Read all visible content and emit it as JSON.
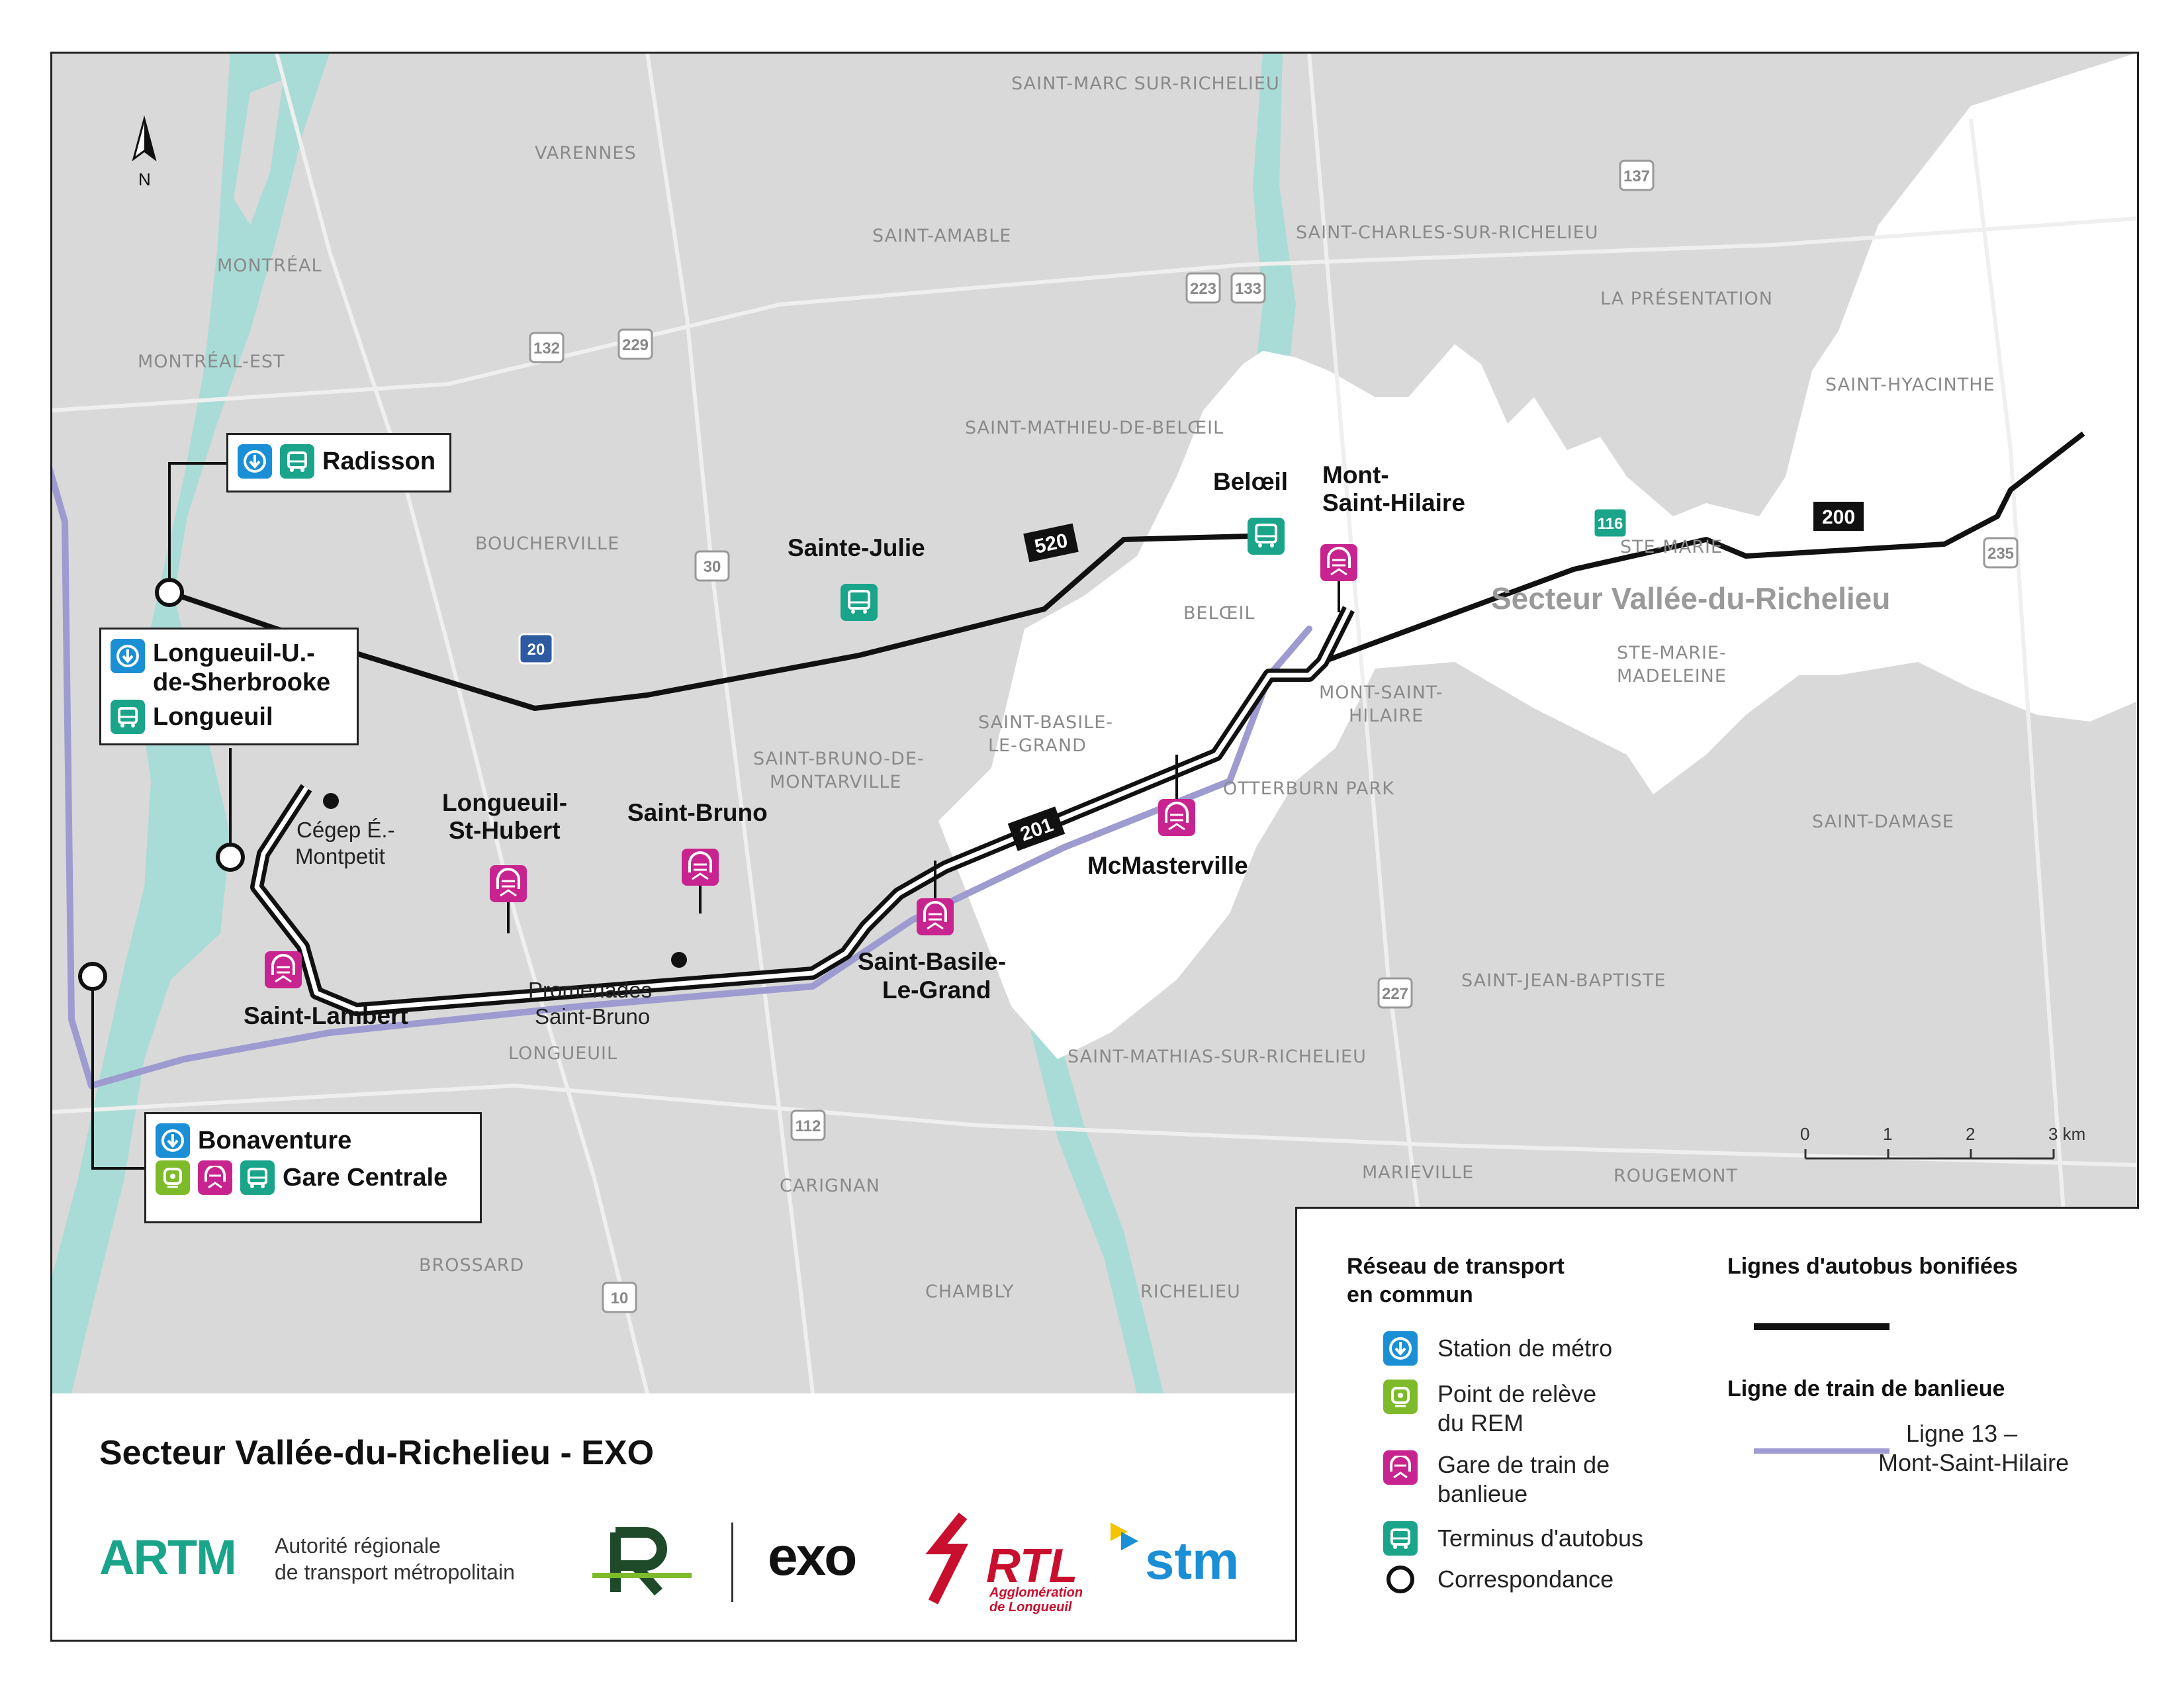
{
  "map": {
    "north_label": "N",
    "places": [
      {
        "id": "saint-marc",
        "name": "SAINT-MARC SUR-RICHELIEU"
      },
      {
        "id": "varennes",
        "name": "VARENNES"
      },
      {
        "id": "saint-amable",
        "name": "SAINT-AMABLE"
      },
      {
        "id": "saint-charles",
        "name": "SAINT-CHARLES-SUR-RICHELIEU"
      },
      {
        "id": "montreal",
        "name": "MONTRÉAL"
      },
      {
        "id": "montreal-est",
        "name": "MONTRÉAL-EST"
      },
      {
        "id": "la-presentation",
        "name": "LA PRÉSENTATION"
      },
      {
        "id": "saint-hyacinthe",
        "name": "SAINT-HYACINTHE"
      },
      {
        "id": "saint-mathieu",
        "name": "SAINT-MATHIEU-DE-BELŒIL"
      },
      {
        "id": "boucherville",
        "name": "BOUCHERVILLE"
      },
      {
        "id": "ste-marie",
        "name": "STE-MARIE"
      },
      {
        "id": "beloeil",
        "name": "BELŒIL"
      },
      {
        "id": "ste-marie-madeleine-1",
        "name": "STE-MARIE-"
      },
      {
        "id": "ste-marie-madeleine-2",
        "name": "MADELEINE"
      },
      {
        "id": "msh-1",
        "name": "MONT-SAINT-"
      },
      {
        "id": "msh-2",
        "name": "HILAIRE"
      },
      {
        "id": "sbg-1",
        "name": "SAINT-BASILE-"
      },
      {
        "id": "sbg-2",
        "name": "LE-GRAND"
      },
      {
        "id": "sbm-1",
        "name": "SAINT-BRUNO-DE-"
      },
      {
        "id": "sbm-2",
        "name": "MONTARVILLE"
      },
      {
        "id": "otterburn",
        "name": "OTTERBURN PARK"
      },
      {
        "id": "saint-damase",
        "name": "SAINT-DAMASE"
      },
      {
        "id": "saint-jean-baptiste",
        "name": "SAINT-JEAN-BAPTISTE"
      },
      {
        "id": "longueuil",
        "name": "LONGUEUIL"
      },
      {
        "id": "saint-mathias",
        "name": "SAINT-MATHIAS-SUR-RICHELIEU"
      },
      {
        "id": "marieville",
        "name": "MARIEVILLE"
      },
      {
        "id": "rougemont",
        "name": "ROUGEMONT"
      },
      {
        "id": "carignan",
        "name": "CARIGNAN"
      },
      {
        "id": "brossard",
        "name": "BROSSARD"
      },
      {
        "id": "chambly",
        "name": "CHAMBLY"
      },
      {
        "id": "richelieu",
        "name": "RICHELIEU"
      }
    ],
    "sector_label": "Secteur Vallée-du-Richelieu",
    "highway_shields": [
      "132",
      "229",
      "30",
      "20",
      "223",
      "133",
      "137",
      "116",
      "235",
      "227",
      "112",
      "10"
    ],
    "route_labels": {
      "r520": "520",
      "r200": "200",
      "r201": "201"
    },
    "stations": {
      "beloeil": "Belœil",
      "msh1": "Mont-",
      "msh2": "Saint-Hilaire",
      "sainte_julie": "Sainte-Julie",
      "lsh1": "Longueuil-",
      "lsh2": "St-Hubert",
      "saint_bruno": "Saint-Bruno",
      "mcmasterville": "McMasterville",
      "sbg1": "Saint-Basile-",
      "sbg2": "Le-Grand",
      "saint_lambert": "Saint-Lambert",
      "cegep1": "Cégep É.-",
      "cegep2": "Montpetit",
      "promenades1": "Promenades",
      "promenades2": "Saint-Bruno"
    },
    "scale": {
      "ticks": [
        "0",
        "1",
        "2",
        "3 km"
      ]
    }
  },
  "callouts": {
    "radisson": "Radisson",
    "longueuil_metro_1": "Longueuil-U.-",
    "longueuil_metro_2": "de-Sherbrooke",
    "longueuil_bus": "Longueuil",
    "bonaventure": "Bonaventure",
    "gare_centrale": "Gare Centrale"
  },
  "footer": {
    "title": "Secteur Vallée-du-Richelieu - EXO",
    "artm_logo": "ARTM",
    "artm_desc_1": "Autorité régionale",
    "artm_desc_2": "de transport métropolitain",
    "exo_logo": "exo",
    "rtl_logo": "RTL",
    "rtl_sub_1": "Agglomération",
    "rtl_sub_2": "de Longueuil",
    "stm_logo": "stm"
  },
  "legend": {
    "transit_heading_1": "Réseau de transport",
    "transit_heading_2": "en commun",
    "items": {
      "metro": "Station de métro",
      "rem_1": "Point de relève",
      "rem_2": "du REM",
      "train_1": "Gare de train de",
      "train_2": "banlieue",
      "bus": "Terminus d'autobus",
      "corr": "Correspondance"
    },
    "bus_heading": "Lignes d'autobus bonifiées",
    "train_heading": "Ligne de train de banlieue",
    "line13_1": "Ligne 13 –",
    "line13_2": "Mont-Saint-Hilaire"
  },
  "colors": {
    "land": "#d9d9d9",
    "water": "#a9dcd6",
    "highlight": "#ffffff",
    "bus_line": "#111111",
    "train_line": "#9d9bd0",
    "metro": "#1b8fd6",
    "bus_terminal": "#1aa48a",
    "train_station": "#c8248f",
    "rem": "#7dbb2a"
  }
}
